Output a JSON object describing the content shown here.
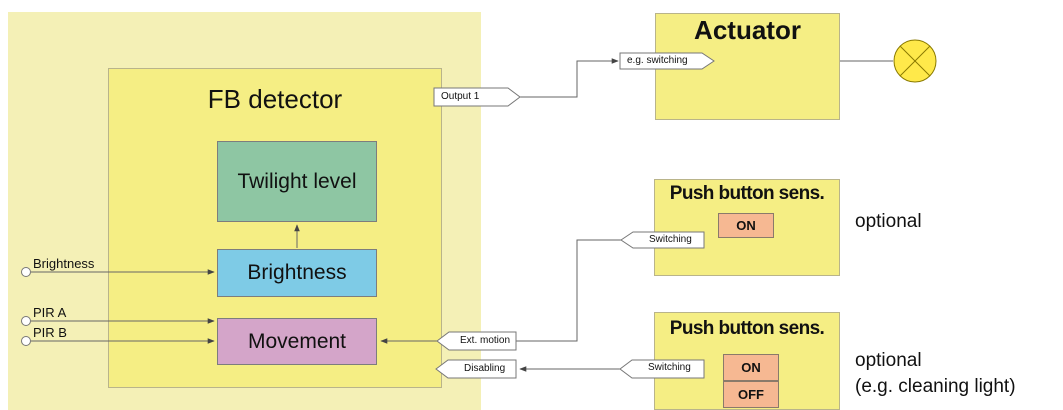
{
  "detector": {
    "title": "FB detector",
    "blocks": {
      "twilight": "Twilight level",
      "brightness": "Brightness",
      "movement": "Movement"
    },
    "inputs": {
      "brightness": "Brightness",
      "pir_a": "PIR A",
      "pir_b": "PIR B"
    },
    "ports": {
      "output1": "Output 1",
      "ext_motion": "Ext. motion",
      "disabling": "Disabling"
    }
  },
  "actuator": {
    "title": "Actuator",
    "input_label": "e.g. switching",
    "lamp_icon": "lamp-icon"
  },
  "push_buttons": [
    {
      "title": "Push button sens.",
      "output_label": "Switching",
      "buttons": [
        "ON"
      ],
      "note": "optional"
    },
    {
      "title": "Push button sens.",
      "output_label": "Switching",
      "buttons": [
        "ON",
        "OFF"
      ],
      "note": "optional",
      "note2": "(e.g. cleaning light)"
    }
  ],
  "colors": {
    "outer_area": "#f4f0b6",
    "device_box": "#f5ee84",
    "twilight_block": "#8ec6a3",
    "brightness_block": "#7ecbe6",
    "movement_block": "#d4a5c9",
    "switch_button": "#f6b892",
    "lamp": "#ffe94a"
  }
}
